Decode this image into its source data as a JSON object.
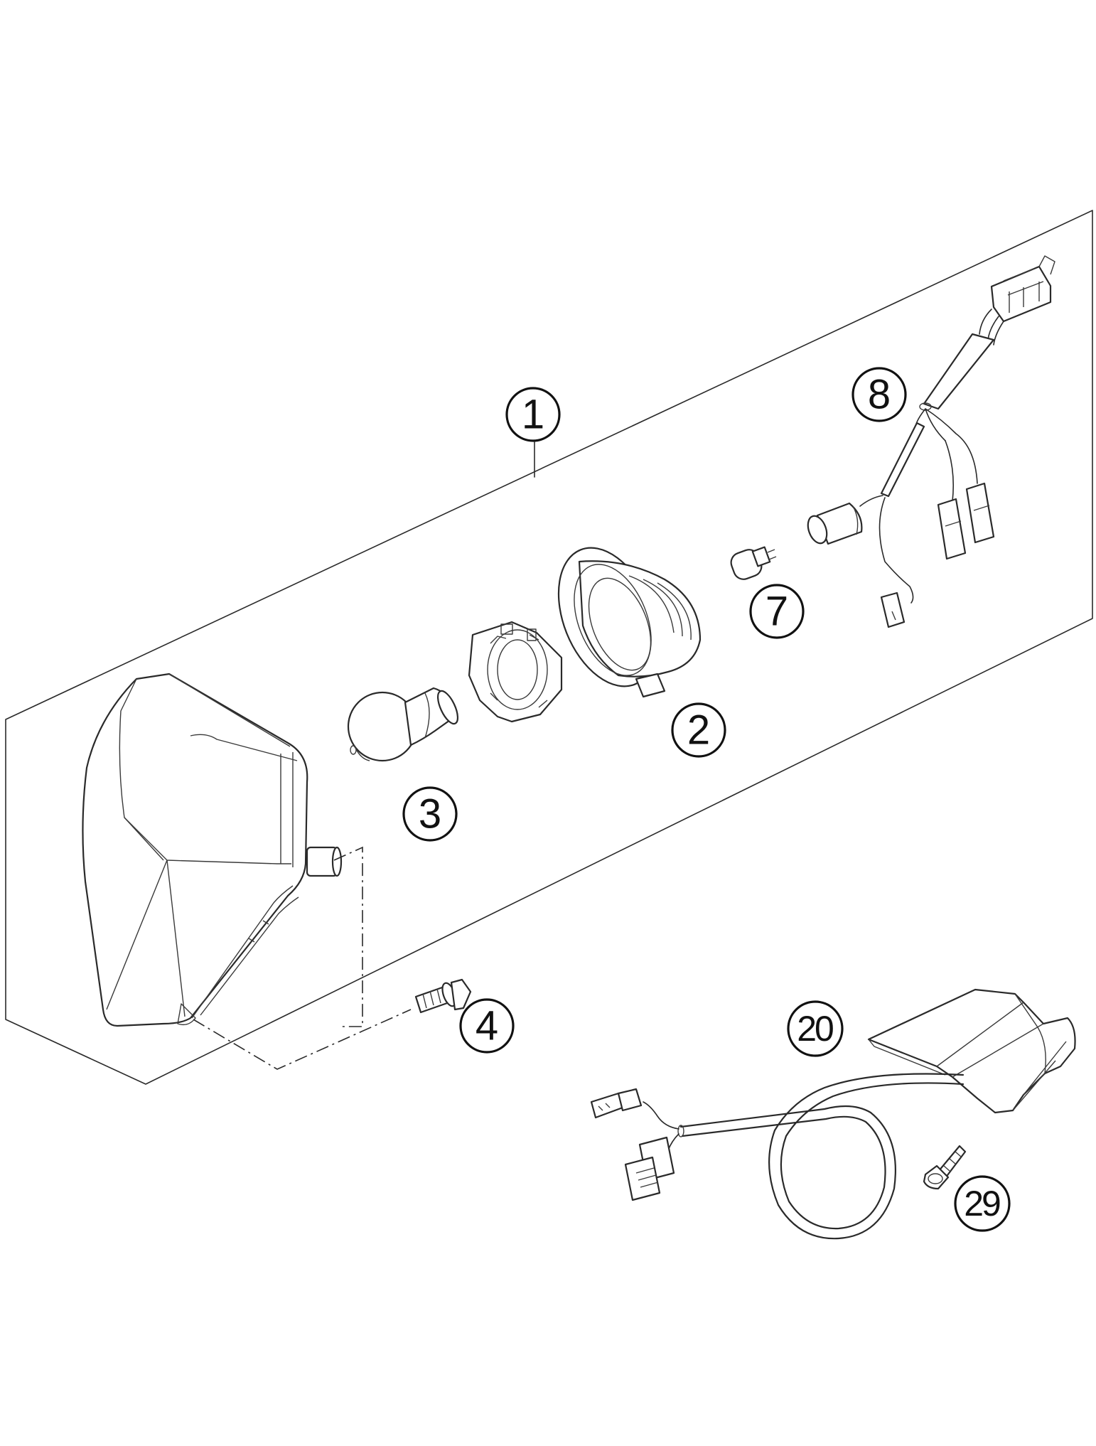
{
  "callouts": {
    "c1": "1",
    "c2": "2",
    "c3": "3",
    "c4": "4",
    "c7": "7",
    "c8": "8",
    "c20": "20",
    "c29": "29"
  },
  "parts": [
    {
      "callout": "1",
      "icon": "headlight-assembly-icon"
    },
    {
      "callout": "2",
      "icon": "rubber-boot-icon"
    },
    {
      "callout": "3",
      "icon": "headlight-bulb-icon"
    },
    {
      "callout": "4",
      "icon": "flange-screw-icon"
    },
    {
      "callout": "7",
      "icon": "parking-light-bulb-icon"
    },
    {
      "callout": "8",
      "icon": "wiring-harness-icon"
    },
    {
      "callout": "20",
      "icon": "led-headlight-cover-icon"
    },
    {
      "callout": "29",
      "icon": "small-screw-icon"
    }
  ],
  "colors": {
    "line": "#2a2a2a",
    "background": "#ffffff"
  }
}
